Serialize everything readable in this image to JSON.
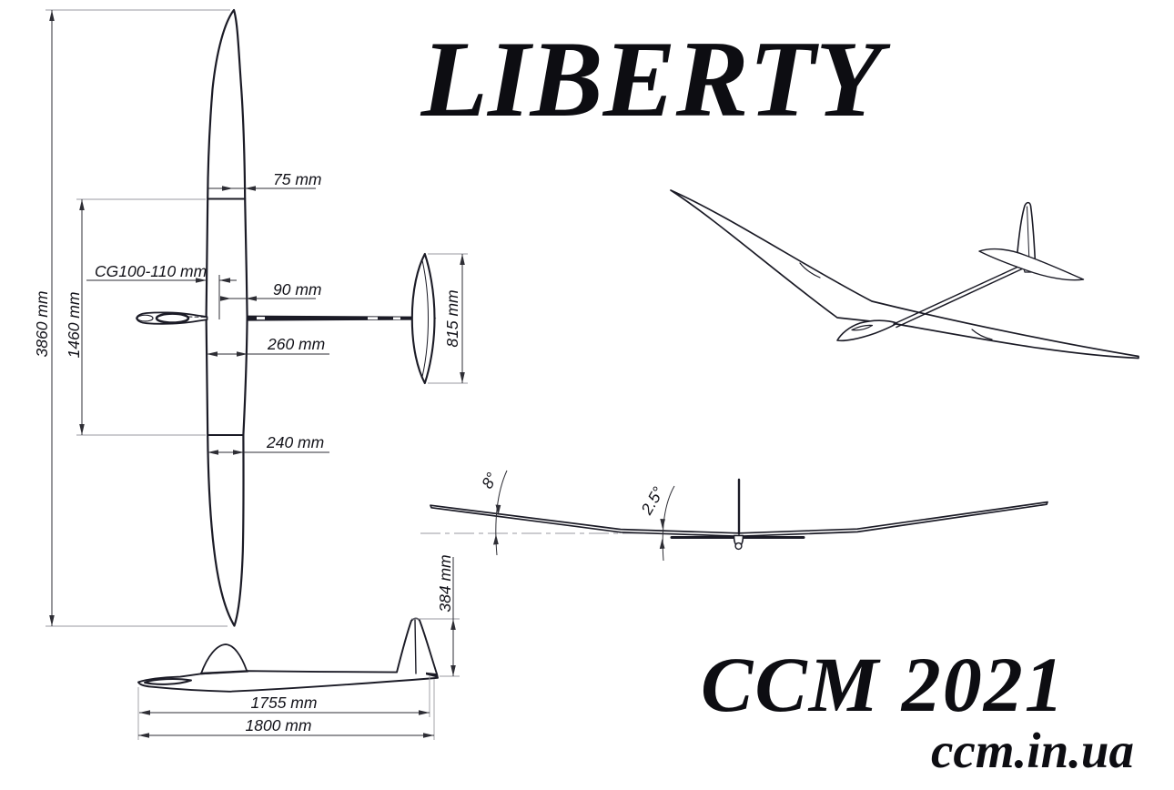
{
  "title": "LIBERTY",
  "branding": {
    "brand_year": "CCM 2021",
    "website": "ccm.in.ua"
  },
  "dimensions": {
    "wingspan": "3860 mm",
    "center_section_span": "1460 mm",
    "tip_panel_chord": "75 mm",
    "cg_range": "CG100-110 mm",
    "cg_to_trailing_edge": "90 mm",
    "root_chord": "260 mm",
    "break_chord": "240 mm",
    "stabilizer_span": "815 mm",
    "tail_height": "384 mm",
    "length_to_fin": "1755 mm",
    "length_overall": "1800 mm",
    "outer_panel_dihedral": "8°",
    "center_panel_dihedral": "2.5°"
  },
  "colors": {
    "ink": "#1b1b26",
    "dimension_lines": "#2e2e35",
    "reference_lines": "#9a9aa0",
    "background": "#ffffff"
  }
}
